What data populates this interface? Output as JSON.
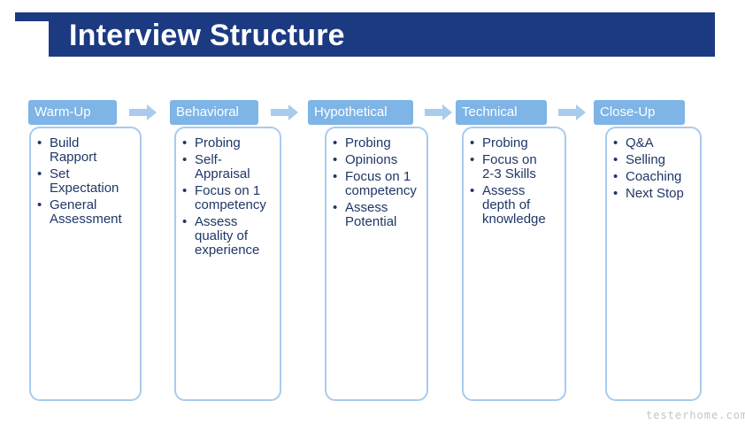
{
  "title": "Interview Structure",
  "colors": {
    "title_bar": "#1b3a82",
    "stage_header": "#7eb4e6",
    "box_border": "#a9cbed",
    "arrow": "#a9cbed",
    "item_text": "#1f3766"
  },
  "stages": [
    {
      "label": "Warm-Up",
      "items": [
        "Build Rapport",
        "Set Expectation",
        "General Assessment"
      ]
    },
    {
      "label": "Behavioral",
      "items": [
        "Probing",
        "Self-Appraisal",
        "Focus on 1 competency",
        "Assess quality of experience"
      ]
    },
    {
      "label": "Hypothetical",
      "items": [
        "Probing",
        "Opinions",
        "Focus on 1 competency",
        "Assess Potential"
      ]
    },
    {
      "label": "Technical",
      "items": [
        "Probing",
        "Focus on 2-3 Skills",
        "Assess depth of knowledge"
      ]
    },
    {
      "label": "Close-Up",
      "items": [
        "Q&A",
        "Selling",
        "Coaching",
        "Next Stop"
      ]
    }
  ],
  "watermark": "testerhome.com"
}
